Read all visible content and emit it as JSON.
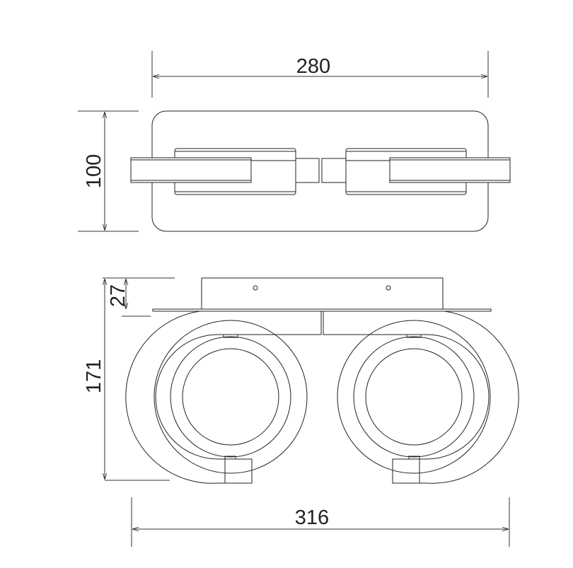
{
  "title": "Twin ring ceiling light dimension drawing",
  "top_view": {
    "width_dimension": "280",
    "depth_dimension": "100"
  },
  "front_view": {
    "canopy_height_dimension": "27",
    "total_height_dimension": "171",
    "total_width_dimension": "316"
  },
  "colors": {
    "line": "#222222",
    "background": "#ffffff"
  }
}
